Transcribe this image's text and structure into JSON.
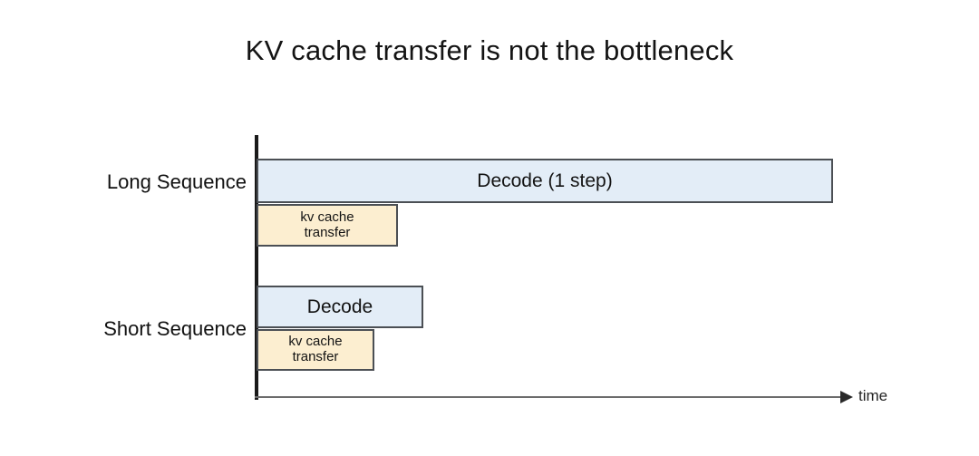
{
  "chart_data": {
    "type": "bar",
    "orientation": "horizontal",
    "title": "KV cache transfer is not the bottleneck",
    "xlabel": "time",
    "ylabel": "",
    "grid": false,
    "legend": "none",
    "axis": {
      "x_axis_label": "time",
      "x_axis_arrow": true,
      "x_ticks": [],
      "y_ticks": [
        "Long Sequence",
        "Short Sequence"
      ]
    },
    "categories": [
      "Long Sequence",
      "Short Sequence"
    ],
    "series": [
      {
        "name": "Decode",
        "color": "#e3edf7",
        "border_color": "#4b4f54",
        "values": [
          636,
          184
        ],
        "unit": "px (relative time)",
        "labels": [
          "Decode (1 step)",
          "Decode"
        ]
      },
      {
        "name": "kv cache transfer",
        "color": "#fceed0",
        "border_color": "#4b4f54",
        "values": [
          156,
          130
        ],
        "unit": "px (relative time)",
        "labels": [
          "kv cache transfer",
          "kv cache transfer"
        ]
      }
    ],
    "annotations": [
      "Decode (1 step) bar is far longer than kv cache transfer for long sequences",
      "Decode bar is only modestly longer than kv cache transfer for short sequences"
    ]
  },
  "title": "KV cache transfer is not the bottleneck",
  "rows": {
    "long": {
      "category_label": "Long Sequence",
      "decode_label": "Decode (1 step)",
      "kv_label_line1": "kv cache",
      "kv_label_line2": "transfer"
    },
    "short": {
      "category_label": "Short Sequence",
      "decode_label": "Decode",
      "kv_label_line1": "kv cache",
      "kv_label_line2": "transfer"
    }
  },
  "axis": {
    "time_label": "time"
  },
  "colors": {
    "decode_fill": "#e3edf7",
    "kv_fill": "#fceed0",
    "bar_border": "#4b4f54",
    "axis": "#1a1a1a",
    "text": "#111111",
    "background": "#ffffff"
  }
}
